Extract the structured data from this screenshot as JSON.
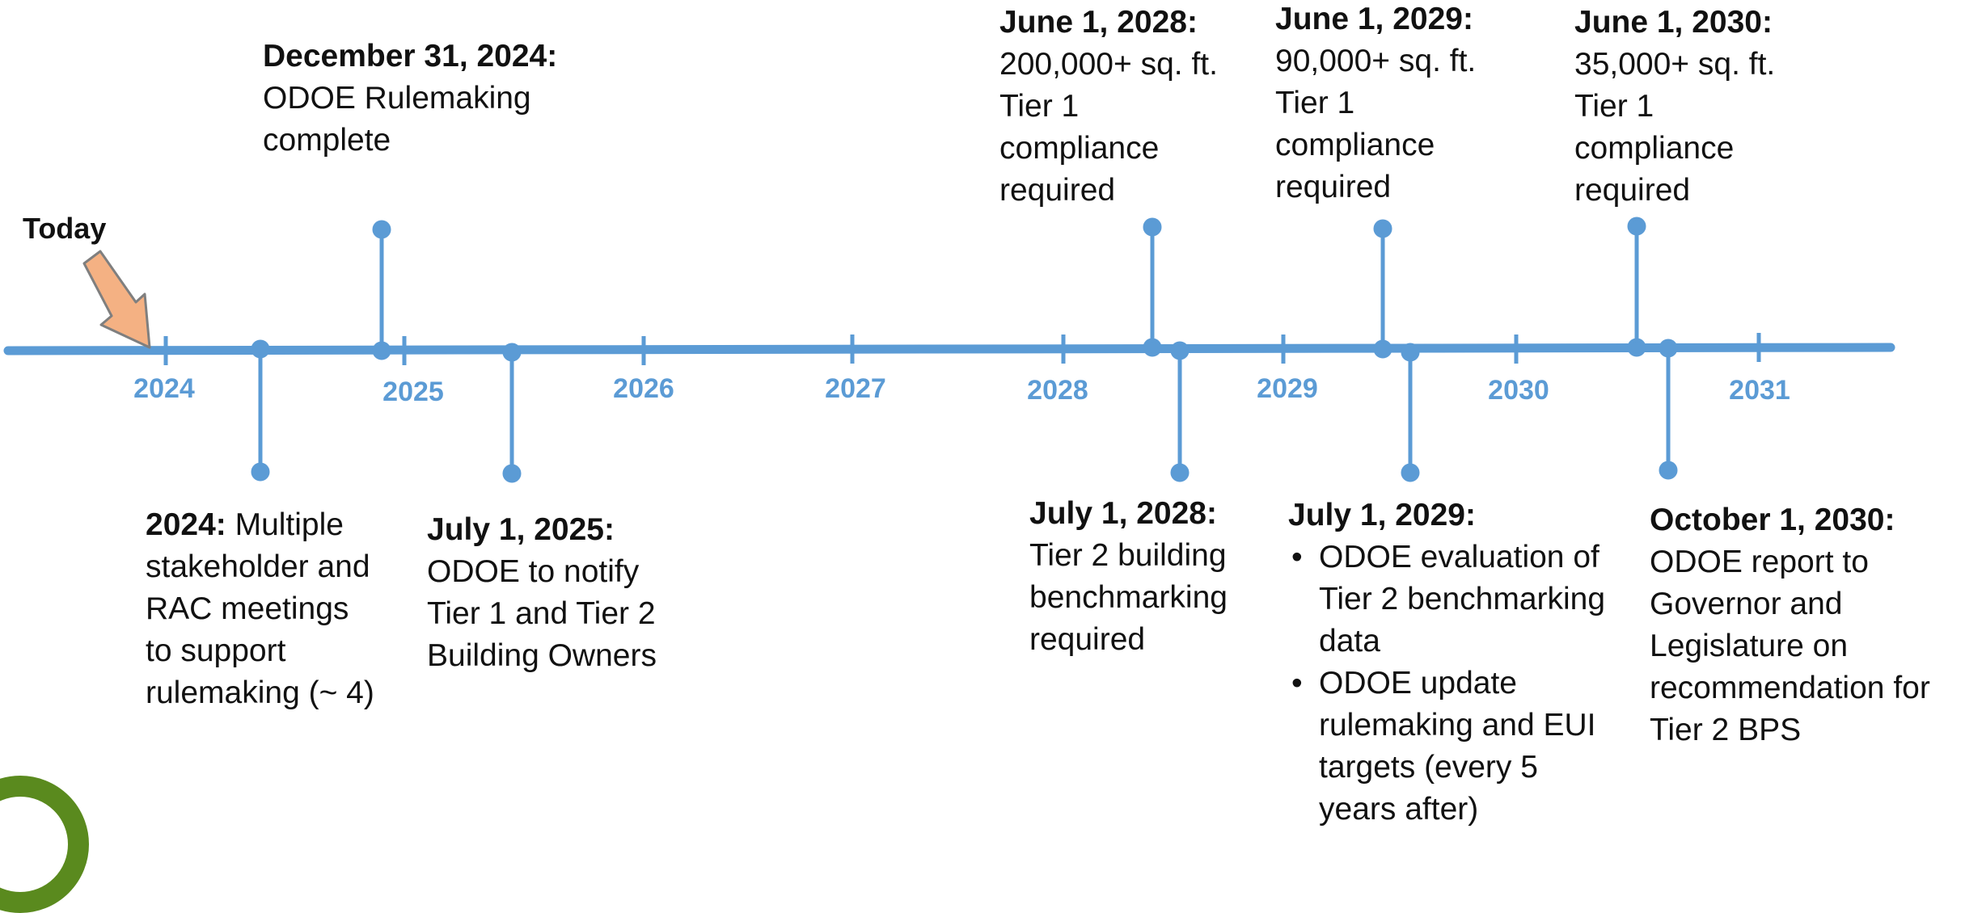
{
  "timeline": {
    "today_label": "Today",
    "years": [
      "2024",
      "2025",
      "2026",
      "2027",
      "2028",
      "2029",
      "2030",
      "2031"
    ],
    "line_color": "#5b9bd5",
    "arrow_color": "#f4b183",
    "events": [
      {
        "key": "dec2024",
        "date": "December 31, 2024:",
        "lines": [
          "ODOE Rulemaking",
          "complete"
        ]
      },
      {
        "key": "jun2028",
        "date": "June 1, 2028:",
        "lines": [
          "200,000+ sq. ft.",
          "Tier 1",
          "compliance",
          "required"
        ]
      },
      {
        "key": "jun2029",
        "date": "June 1, 2029:",
        "lines": [
          "90,000+ sq. ft.",
          "Tier 1",
          "compliance",
          "required"
        ]
      },
      {
        "key": "jun2030",
        "date": "June 1, 2030:",
        "lines": [
          "35,000+ sq. ft.",
          "Tier 1",
          "compliance",
          "required"
        ]
      },
      {
        "key": "y2024",
        "date": "2024:",
        "first_line_rest": " Multiple",
        "lines": [
          "stakeholder and",
          "RAC meetings",
          "to support",
          "rulemaking (~ 4)"
        ]
      },
      {
        "key": "jul2025",
        "date": "July 1, 2025:",
        "lines": [
          "ODOE to notify",
          "Tier 1 and Tier 2",
          "Building Owners"
        ]
      },
      {
        "key": "jul2028",
        "date": "July 1, 2028:",
        "lines": [
          "Tier 2 building",
          "benchmarking",
          "required"
        ]
      },
      {
        "key": "jul2029",
        "date": "July 1, 2029:",
        "bullets": [
          [
            "ODOE evaluation of",
            "Tier 2 benchmarking",
            "data"
          ],
          [
            "ODOE update",
            "rulemaking and EUI",
            "targets (every 5",
            "years after)"
          ]
        ]
      },
      {
        "key": "oct2030",
        "date": "October 1, 2030:",
        "lines": [
          "ODOE report to",
          "Governor and",
          "Legislature on",
          "recommendation for",
          "Tier 2 BPS"
        ]
      }
    ]
  }
}
